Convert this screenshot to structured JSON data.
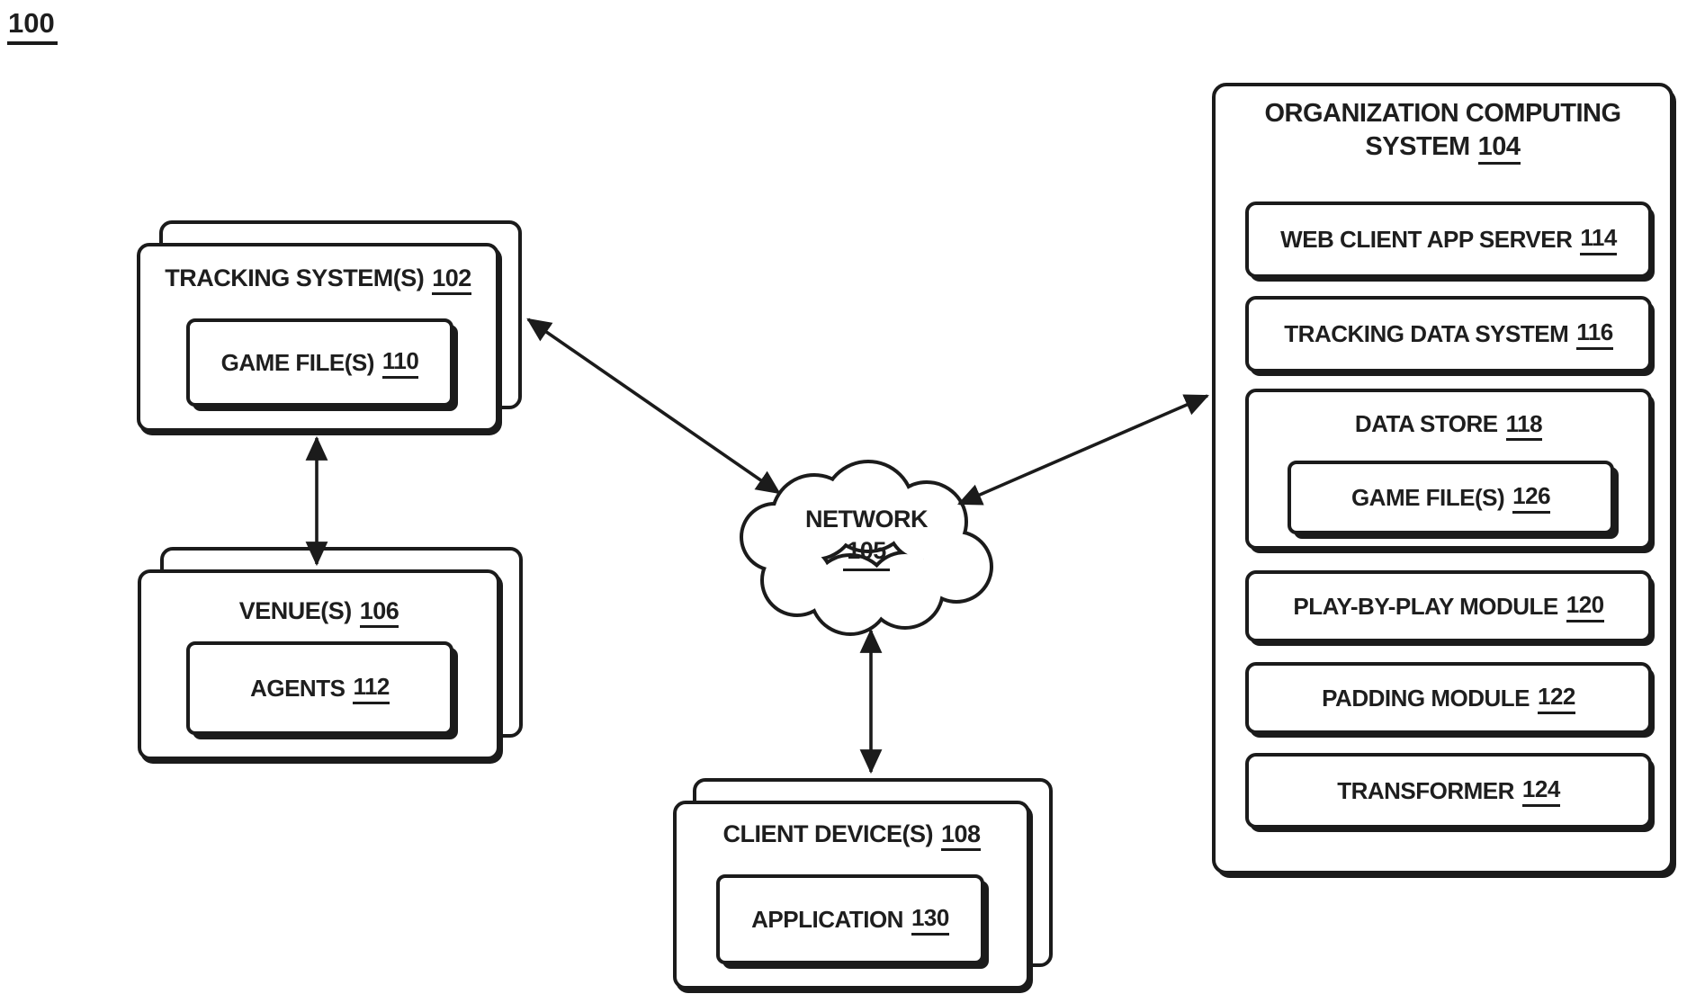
{
  "figure": {
    "label": "100"
  },
  "colors": {
    "ink": "#1b1b1b",
    "background": "#ffffff"
  },
  "nodes": {
    "tracking_system": {
      "title": "TRACKING SYSTEM(S)",
      "ref": "102",
      "child": {
        "label": "GAME FILE(S)",
        "ref": "110"
      }
    },
    "venue": {
      "title": "VENUE(S)",
      "ref": "106",
      "child": {
        "label": "AGENTS",
        "ref": "112"
      }
    },
    "network": {
      "title": "NETWORK",
      "ref": "105"
    },
    "client_device": {
      "title": "CLIENT DEVICE(S)",
      "ref": "108",
      "child": {
        "label": "APPLICATION",
        "ref": "130"
      }
    },
    "organization": {
      "title_line1": "ORGANIZATION COMPUTING",
      "title_line2": "SYSTEM",
      "ref": "104",
      "modules": [
        {
          "label": "WEB CLIENT APP SERVER",
          "ref": "114"
        },
        {
          "label": "TRACKING DATA SYSTEM",
          "ref": "116"
        },
        {
          "label": "DATA STORE",
          "ref": "118",
          "child": {
            "label": "GAME FILE(S)",
            "ref": "126"
          }
        },
        {
          "label": "PLAY-BY-PLAY MODULE",
          "ref": "120"
        },
        {
          "label": "PADDING MODULE",
          "ref": "122"
        },
        {
          "label": "TRANSFORMER",
          "ref": "124"
        }
      ]
    }
  },
  "connections": [
    {
      "from": "tracking_system",
      "to": "venue",
      "style": "double-arrow"
    },
    {
      "from": "tracking_system",
      "to": "network",
      "style": "double-arrow"
    },
    {
      "from": "network",
      "to": "organization",
      "style": "double-arrow"
    },
    {
      "from": "network",
      "to": "client_device",
      "style": "double-arrow"
    }
  ]
}
